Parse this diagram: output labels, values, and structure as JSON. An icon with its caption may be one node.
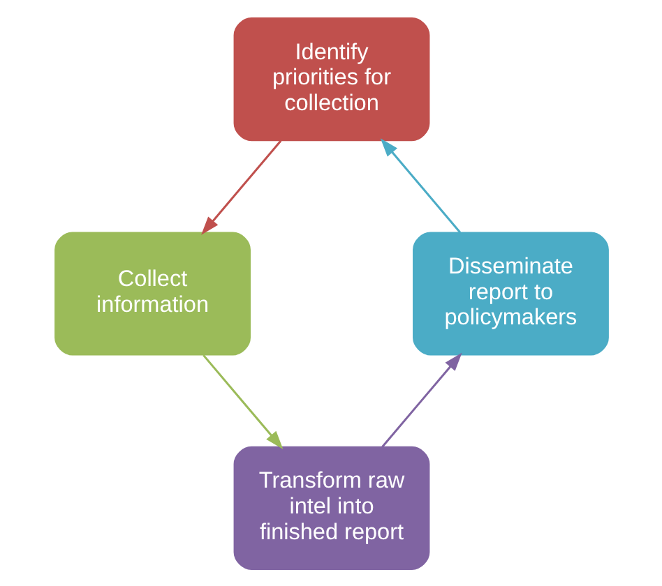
{
  "diagram": {
    "nodes": [
      {
        "text": [
          "Identify priorities for collection"
        ]
      },
      {
        "text": [
          "Collect information"
        ]
      },
      {
        "text": [
          "Transform raw intel into finished report"
        ]
      },
      {
        "text": [
          "Disseminate report to policymakers"
        ]
      }
    ],
    "edges": [
      {
        "from": 0,
        "to": 1,
        "arrow": "to",
        "color": "#c0504d"
      },
      {
        "from": 1,
        "to": 2,
        "arrow": "to",
        "color": "#9bbb59"
      },
      {
        "from": 2,
        "to": 3,
        "arrow": "to",
        "color": "#8064a2"
      },
      {
        "from": 3,
        "to": 0,
        "arrow": "to",
        "color": "#4bacc6"
      }
    ]
  }
}
